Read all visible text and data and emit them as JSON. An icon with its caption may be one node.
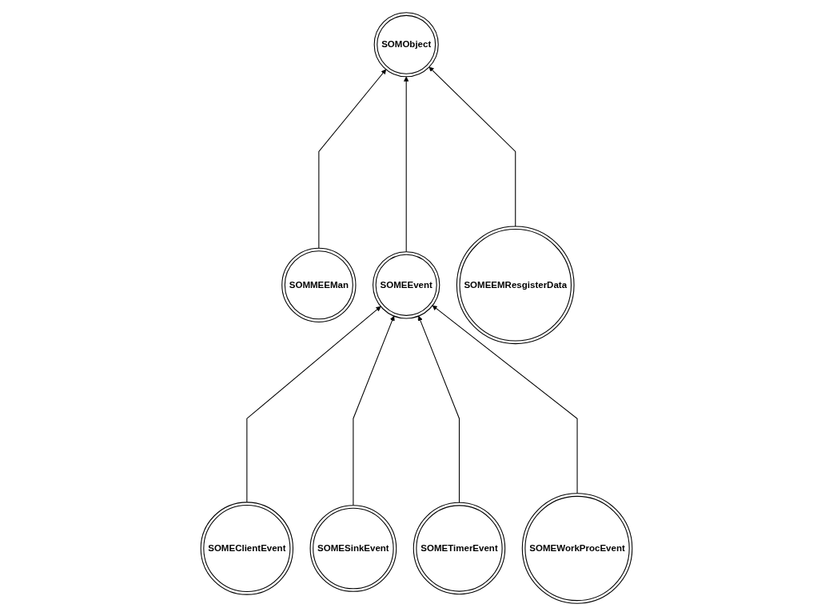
{
  "diagram": {
    "nodes": [
      {
        "text": [
          "SOMObject"
        ]
      },
      {
        "text": [
          "SOMMEEMan"
        ]
      },
      {
        "text": [
          "SOMEEvent"
        ]
      },
      {
        "text": [
          "SOMEEMResgisterData"
        ]
      },
      {
        "text": [
          "SOMEClientEvent"
        ]
      },
      {
        "text": [
          "SOMESinkEvent"
        ]
      },
      {
        "text": [
          "SOMETimerEvent"
        ]
      },
      {
        "text": [
          "SOMEWorkProcEvent"
        ]
      }
    ],
    "edges": [
      {
        "from": 1,
        "to": 0,
        "arrow": "to"
      },
      {
        "from": 2,
        "to": 0,
        "arrow": "to"
      },
      {
        "from": 3,
        "to": 0,
        "arrow": "to"
      },
      {
        "from": 4,
        "to": 2,
        "arrow": "to"
      },
      {
        "from": 5,
        "to": 2,
        "arrow": "to"
      },
      {
        "from": 6,
        "to": 2,
        "arrow": "to"
      },
      {
        "from": 7,
        "to": 2,
        "arrow": "to"
      }
    ]
  }
}
